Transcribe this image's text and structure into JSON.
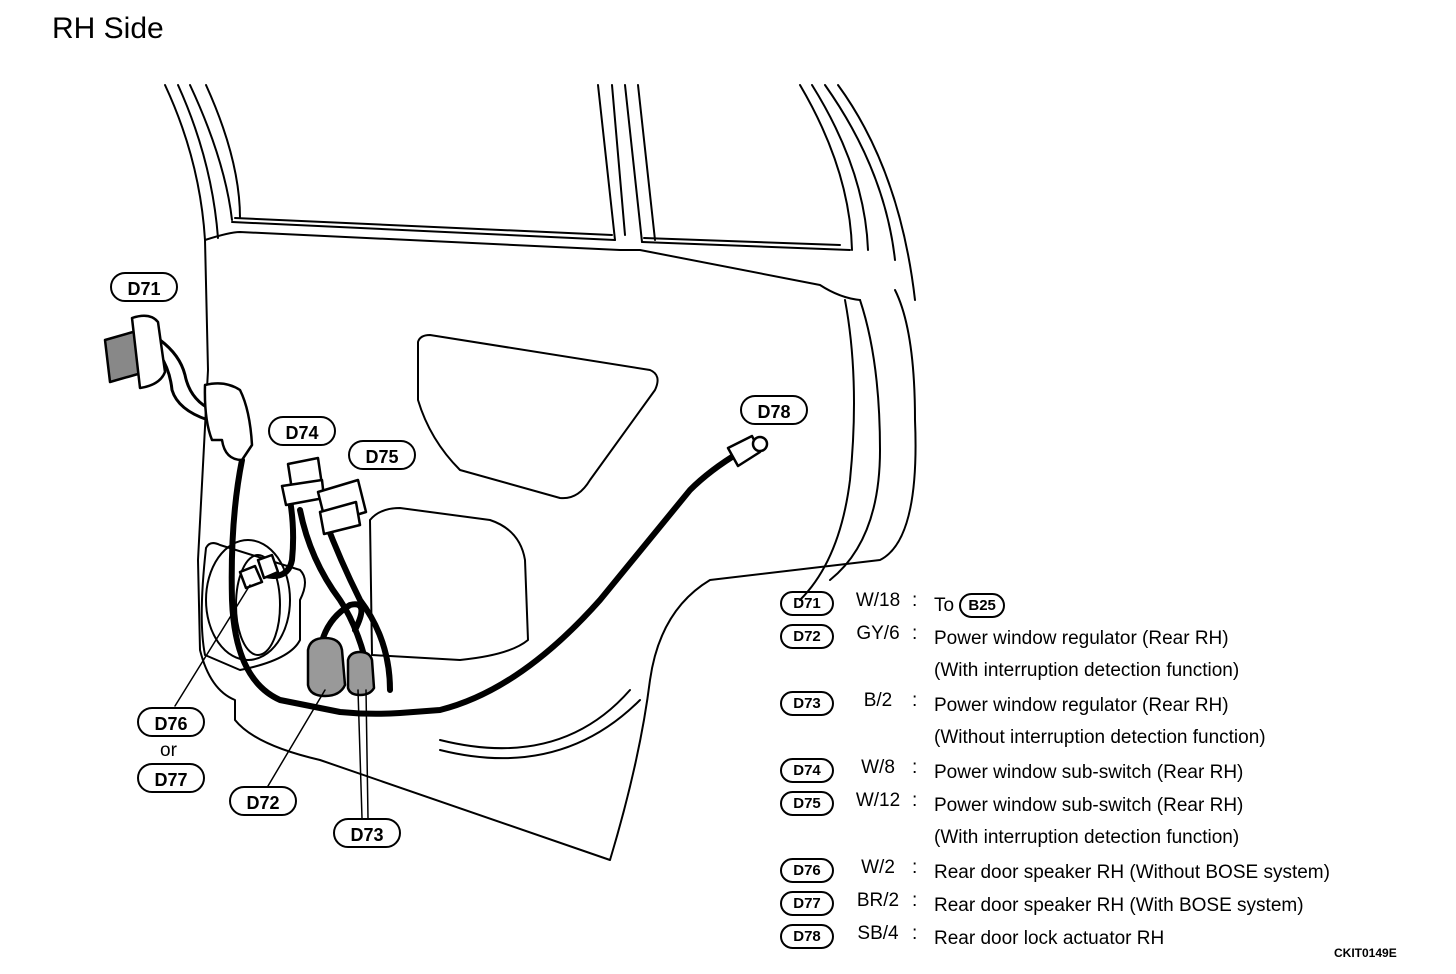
{
  "title": "RH Side",
  "figure_code": "CKIT0149E",
  "or_text": "or",
  "connectors": {
    "d71": "D71",
    "d72": "D72",
    "d73": "D73",
    "d74": "D74",
    "d75": "D75",
    "d76": "D76",
    "d77": "D77",
    "d78": "D78"
  },
  "legend": [
    {
      "tag": "D71",
      "wire": "W/18",
      "sep": ":",
      "line1": "To",
      "ref": "B25",
      "line2": ""
    },
    {
      "tag": "D72",
      "wire": "GY/6",
      "sep": ":",
      "line1": "Power window regulator (Rear RH)",
      "line2": "(With interruption detection function)"
    },
    {
      "tag": "D73",
      "wire": "B/2",
      "sep": ":",
      "line1": "Power window regulator (Rear RH)",
      "line2": "(Without interruption detection function)"
    },
    {
      "tag": "D74",
      "wire": "W/8",
      "sep": ":",
      "line1": "Power window sub-switch (Rear RH)",
      "line2": ""
    },
    {
      "tag": "D75",
      "wire": "W/12",
      "sep": ":",
      "line1": "Power window sub-switch (Rear RH)",
      "line2": "(With interruption detection function)"
    },
    {
      "tag": "D76",
      "wire": "W/2",
      "sep": ":",
      "line1": "Rear door speaker RH (Without BOSE system)",
      "line2": ""
    },
    {
      "tag": "D77",
      "wire": "BR/2",
      "sep": ":",
      "line1": "Rear door speaker RH (With BOSE system)",
      "line2": ""
    },
    {
      "tag": "D78",
      "wire": "SB/4",
      "sep": ":",
      "line1": "Rear door lock actuator RH",
      "line2": ""
    }
  ]
}
